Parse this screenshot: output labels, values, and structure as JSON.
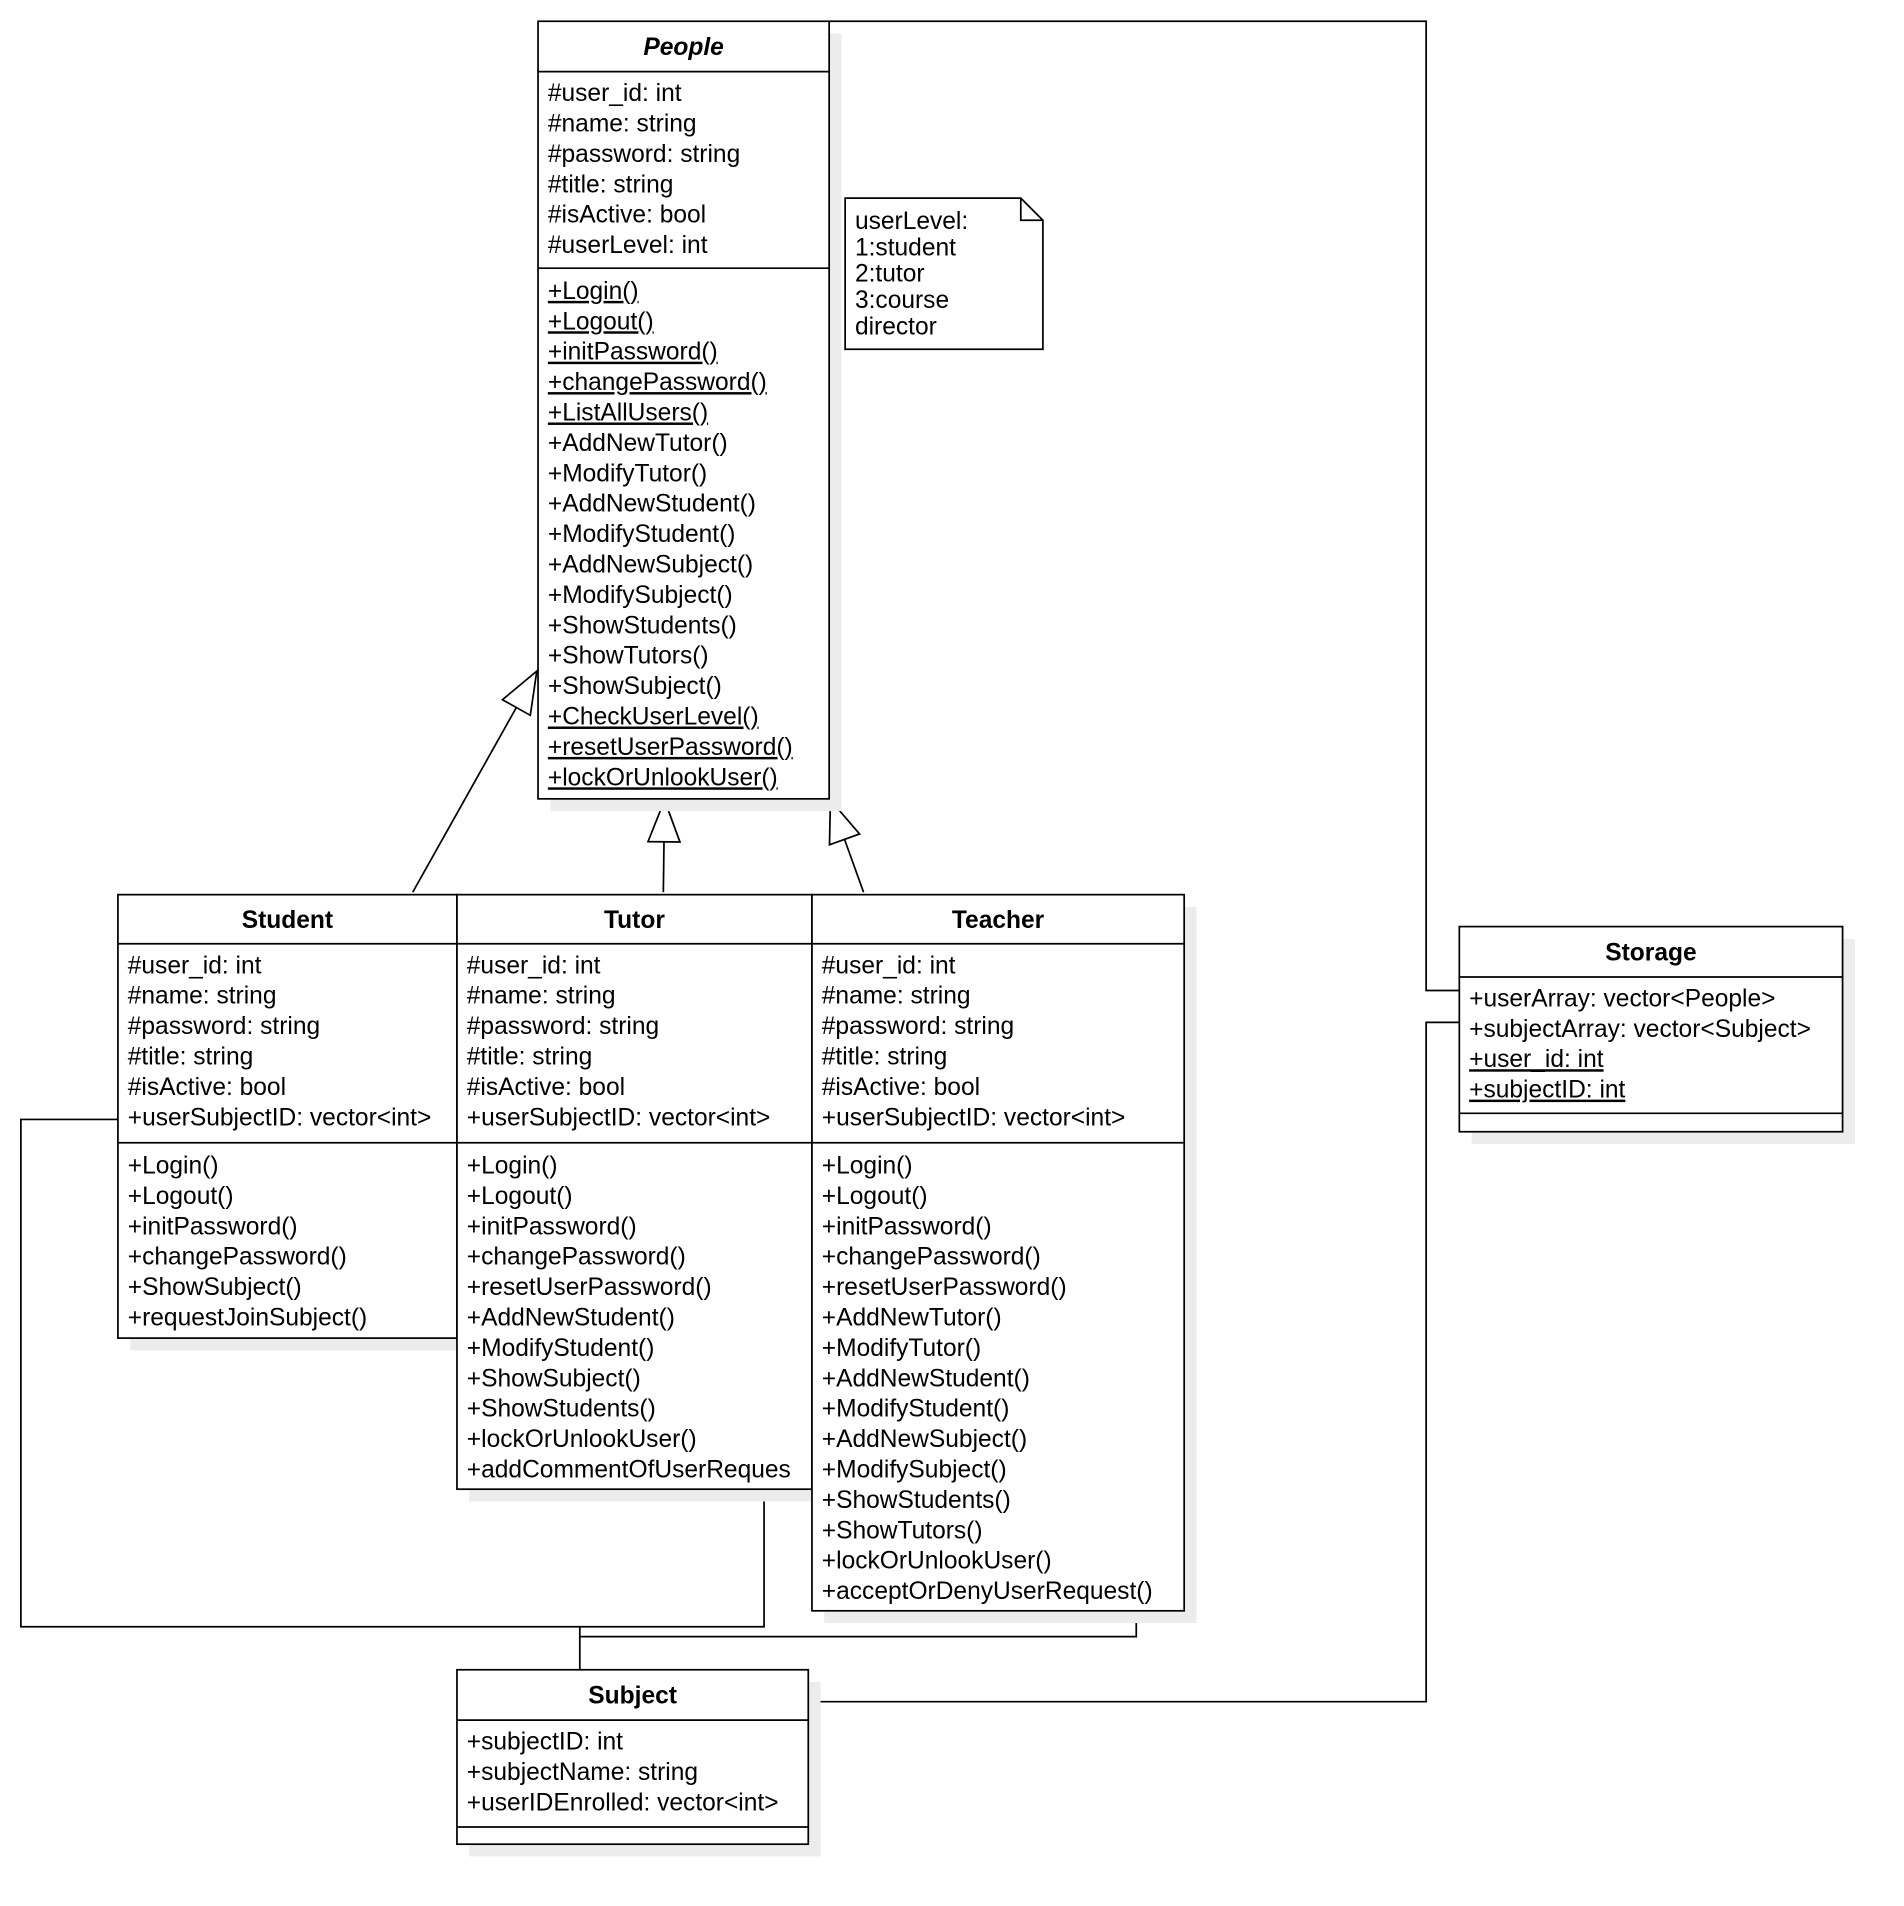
{
  "classes": {
    "people": {
      "name": "People",
      "attributes": [
        {
          "text": "#user_id: int"
        },
        {
          "text": "#name: string"
        },
        {
          "text": "#password: string"
        },
        {
          "text": "#title: string"
        },
        {
          "text": "#isActive: bool"
        },
        {
          "text": "#userLevel: int"
        }
      ],
      "methods": [
        {
          "text": "+Login()",
          "static": true
        },
        {
          "text": "+Logout()",
          "static": true
        },
        {
          "text": "+initPassword()",
          "static": true
        },
        {
          "text": "+changePassword()",
          "static": true
        },
        {
          "text": "+ListAllUsers()",
          "static": true
        },
        {
          "text": "+AddNewTutor()"
        },
        {
          "text": "+ModifyTutor()"
        },
        {
          "text": "+AddNewStudent()"
        },
        {
          "text": "+ModifyStudent()"
        },
        {
          "text": "+AddNewSubject()"
        },
        {
          "text": "+ModifySubject()"
        },
        {
          "text": "+ShowStudents()"
        },
        {
          "text": "+ShowTutors()"
        },
        {
          "text": "+ShowSubject()"
        },
        {
          "text": "+CheckUserLevel()",
          "static": true
        },
        {
          "text": "+resetUserPassword()",
          "static": true
        },
        {
          "text": "+lockOrUnlookUser()",
          "static": true
        }
      ]
    },
    "student": {
      "name": "Student",
      "attributes": [
        {
          "text": "#user_id: int"
        },
        {
          "text": "#name: string"
        },
        {
          "text": "#password: string"
        },
        {
          "text": "#title: string"
        },
        {
          "text": "#isActive: bool"
        },
        {
          "text": "+userSubjectID: vector<int>"
        }
      ],
      "methods": [
        {
          "text": "+Login()"
        },
        {
          "text": "+Logout()"
        },
        {
          "text": "+initPassword()"
        },
        {
          "text": "+changePassword()"
        },
        {
          "text": "+ShowSubject()"
        },
        {
          "text": "+requestJoinSubject()"
        }
      ]
    },
    "tutor": {
      "name": "Tutor",
      "attributes": [
        {
          "text": "#user_id: int"
        },
        {
          "text": "#name: string"
        },
        {
          "text": "#password: string"
        },
        {
          "text": "#title: string"
        },
        {
          "text": "#isActive: bool"
        },
        {
          "text": "+userSubjectID: vector<int>"
        }
      ],
      "methods": [
        {
          "text": "+Login()"
        },
        {
          "text": "+Logout()"
        },
        {
          "text": "+initPassword()"
        },
        {
          "text": "+changePassword()"
        },
        {
          "text": "+resetUserPassword()"
        },
        {
          "text": "+AddNewStudent()"
        },
        {
          "text": "+ModifyStudent()"
        },
        {
          "text": "+ShowSubject()"
        },
        {
          "text": "+ShowStudents()"
        },
        {
          "text": "+lockOrUnlookUser()"
        },
        {
          "text": "+addCommentOfUserReques"
        }
      ]
    },
    "teacher": {
      "name": "Teacher",
      "attributes": [
        {
          "text": "#user_id: int"
        },
        {
          "text": "#name: string"
        },
        {
          "text": "#password: string"
        },
        {
          "text": "#title: string"
        },
        {
          "text": "#isActive: bool"
        },
        {
          "text": "+userSubjectID: vector<int>"
        }
      ],
      "methods": [
        {
          "text": "+Login()"
        },
        {
          "text": "+Logout()"
        },
        {
          "text": "+initPassword()"
        },
        {
          "text": "+changePassword()"
        },
        {
          "text": "+resetUserPassword()"
        },
        {
          "text": "+AddNewTutor()"
        },
        {
          "text": "+ModifyTutor()"
        },
        {
          "text": "+AddNewStudent()"
        },
        {
          "text": "+ModifyStudent()"
        },
        {
          "text": "+AddNewSubject()"
        },
        {
          "text": "+ModifySubject()"
        },
        {
          "text": "+ShowStudents()"
        },
        {
          "text": "+ShowTutors()"
        },
        {
          "text": "+lockOrUnlookUser()"
        },
        {
          "text": "+acceptOrDenyUserRequest()"
        }
      ]
    },
    "storage": {
      "name": "Storage",
      "attributes": [
        {
          "text": "+userArray: vector<People>"
        },
        {
          "text": "+subjectArray: vector<Subject>"
        },
        {
          "text": "+user_id: int",
          "static": true
        },
        {
          "text": "+subjectID: int",
          "static": true
        }
      ],
      "methods": []
    },
    "subject": {
      "name": "Subject",
      "attributes": [
        {
          "text": "+subjectID: int"
        },
        {
          "text": "+subjectName: string"
        },
        {
          "text": "+userIDEnrolled: vector<int>"
        }
      ],
      "methods": []
    }
  },
  "note": {
    "lines": [
      "userLevel:",
      "1:student",
      "2:tutor",
      "3:course",
      "director"
    ]
  }
}
